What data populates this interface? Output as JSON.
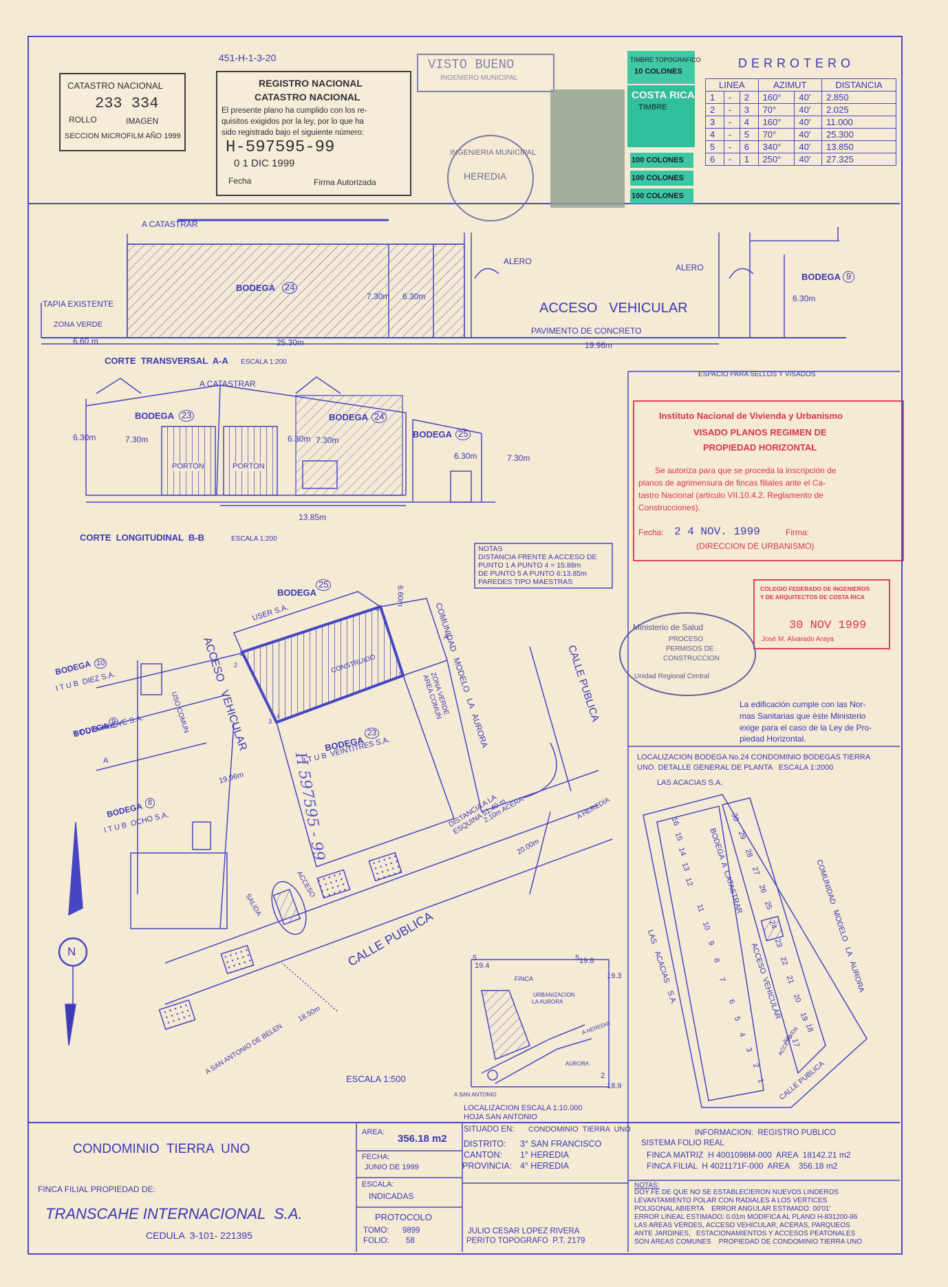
{
  "header": {
    "plan_code": "451-H-1-3-20",
    "catastro_stamp": {
      "title": "CATASTRO NACIONAL",
      "number": "233 334",
      "rollo": "ROLLO",
      "imagen": "IMAGEN",
      "seccion": "SECCION MICROFILM AÑO 1999"
    },
    "registro": {
      "title1": "REGISTRO NACIONAL",
      "title2": "CATASTRO NACIONAL",
      "text1": "El presente plano ha cumplido con los re-",
      "text2": "quisitos exigidos por la ley, por lo que ha",
      "text3": "sido registrado bajo el siguiente número:",
      "number": "H-597595-99",
      "date": "0 1 DIC 1999",
      "fecha_label": "Fecha",
      "firma_label": "Firma Autorizada"
    },
    "visto_bueno": {
      "title": "VISTO BUENO",
      "sub": "INGENIERO MUNICIPAL"
    },
    "seal_municipal": {
      "ring": "INGENIERIA MUNICIPAL",
      "center": "HEREDIA"
    },
    "timbres": {
      "top": "TIMBRE TOPOGRAFICO",
      "colones10": "10 COLONES",
      "cr": "COSTA RICA",
      "timbre": "TIMBRE",
      "c100a": "100 COLONES",
      "c100b": "100 COLONES",
      "c100c": "100 COLONES"
    },
    "derrotero": {
      "title": "DERROTERO",
      "headers": [
        "LINEA",
        "AZIMUT",
        "DISTANCIA"
      ],
      "rows": [
        [
          "1",
          "-",
          "2",
          "160°",
          "40'",
          "2.850"
        ],
        [
          "2",
          "-",
          "3",
          "70°",
          "40'",
          "2.025"
        ],
        [
          "3",
          "-",
          "4",
          "160°",
          "40'",
          "11.000"
        ],
        [
          "4",
          "-",
          "5",
          "70°",
          "40'",
          "25.300"
        ],
        [
          "5",
          "-",
          "6",
          "340°",
          "40'",
          "13.850"
        ],
        [
          "6",
          "-",
          "1",
          "250°",
          "40'",
          "27.325"
        ]
      ]
    }
  },
  "section_a": {
    "a_catastrar": "A CATASTRAR",
    "bodega24": "BODEGA",
    "n24": "24",
    "h730": "7.30m",
    "h630": "6.30m",
    "alero1": "ALERO",
    "alero2": "ALERO",
    "acceso": "ACCESO   VEHICULAR",
    "pavimento": "PAVIMENTO DE CONCRETO",
    "bodega9": "BODEGA",
    "n9": "9",
    "h630b": "6.30m",
    "tapia": "TAPIA EXISTENTE",
    "zona": "ZONA VERDE",
    "d660": "6.60 m",
    "d2530": "25.30m",
    "d1996": "19.96m",
    "title": "CORTE  TRANSVERSAL  A-A",
    "scale": "ESCALA 1:200"
  },
  "section_b": {
    "a_catastrar": "A CATASTRAR",
    "bodega23": "BODEGA",
    "n23": "23",
    "bodega24": "BODEGA",
    "n24": "24",
    "bodega25": "BODEGA",
    "n25": "25",
    "h630": "6.30m",
    "h730": "7.30m",
    "h630b": "6.30m",
    "h730b": "7.30m",
    "h630c": "6.30m",
    "h730c": "7.30m",
    "porton1": "PORTON",
    "porton2": "PORTON",
    "d1385": "13.85m",
    "title": "CORTE  LONGITUDINAL  B-B",
    "scale": "ESCALA 1:200"
  },
  "sellos": {
    "title": "ESPACIO PARA SELLOS Y VISADOS",
    "invu1": "Instituto Nacional de Vivienda y Urbanismo",
    "invu2": "VISADO PLANOS REGIMEN DE",
    "invu3": "PROPIEDAD HORIZONTAL",
    "invu4": "Se autoriza para que se proceda la inscripción de",
    "invu5": "planos de agrimensura de fincas filiales ante el Ca-",
    "invu6": "tastro Nacional (articulo VII.10.4.2. Reglamento de",
    "invu7": "Construcciones).",
    "fecha_label": "Fecha:",
    "fecha": "2 4 NOV. 1999",
    "firma_label": "Firma:",
    "direccion": "(DIRECCION DE URBANISMO)",
    "cfia1": "COLEGIO FEDERADO DE INGENIEROS",
    "cfia2": "Y DE ARQUITECTOS DE COSTA RICA",
    "cfia_date": "30 NOV 1999",
    "cfia_name": "José M. Alvarado Araya",
    "salud1": "Ministerio de Salud",
    "salud2": "PROCESO",
    "salud3": "PERMISOS DE",
    "salud4": "CONSTRUCCION",
    "salud5": "Unidad Regional Central",
    "salud_text1": "La edificación cumple con las Nor-",
    "salud_text2": "mas Sanitarias que éste Ministerio",
    "salud_text3": "exige para el caso de la Ley de Pro-",
    "salud_text4": "piedad Horizontal."
  },
  "notas_box": {
    "l1": "NOTAS",
    "l2": "DISTANCIA FRENTE A ACCESO DE",
    "l3": "PUNTO 1 A PUNTO 4 = 15.88m",
    "l4": "DE PUNTO 5 A PUNTO 6:13.85m",
    "l5": "PAREDES TIPO MAESTRAS"
  },
  "site_plan": {
    "bodega25": "BODEGA",
    "n25": "25",
    "user": "USER S.A.",
    "d660": "6.60m",
    "construido": "CONSTRUIDO",
    "zona_verde": "ZONA VERDE\nAREA COMUN",
    "comunidad": "COMUNIDAD   MODELO   LA   AURORA",
    "calle1": "CALLE PUBLICA",
    "bodega10": "BODEGA",
    "n10": "10",
    "itub10": "I T U B  DIEZ S.A.",
    "acceso": "ACCESO   VEHICULAR",
    "uso_comun": "USO COMUN",
    "bodega9": "BODEGA",
    "n9": "9",
    "itub9": "I T U B  NUEVE S.A.",
    "bodega23": "BODEGA",
    "n23": "23",
    "itub23": "I T U B  VEINTITRES S.A.",
    "d1996": "19.96m",
    "bodega8": "BODEGA",
    "n8": "8",
    "itub8": "I T U B  OCHO S.A.",
    "distancia": "DISTANCIA A LA\nESQUINA 51.40 m",
    "acera": "2.10m ACERA",
    "heredia": "A HEREDIA",
    "d2000": "20.00m",
    "salida": "SALIDA",
    "acceso2": "ACCESO",
    "calle2": "CALLE PUBLICA",
    "belen": "A SAN ANTONIO DE BELEN",
    "d1850": "18.50m",
    "north": "N",
    "escala": "ESCALA 1:500",
    "pts": [
      "1",
      "2",
      "3",
      "4",
      "5",
      "6"
    ],
    "a1": "A",
    "a2": "A",
    "handwritten": "H 597595 - 99"
  },
  "loc_map": {
    "v194": "19.4",
    "v198": "19.8",
    "v193": "19.3",
    "v189": "18.9",
    "n5a": "5",
    "n5b": "5",
    "n2": "2",
    "finca": "FINCA",
    "urb1": "URBANIZACION",
    "urb2": "LA AURORA",
    "heredia": "A HEREDIA",
    "aurora": "AURORA",
    "sanantonio": "A SAN ANTONIO",
    "title": "LOCALIZACION ESCALA 1:10.000",
    "hoja": "HOJA SAN ANTONIO"
  },
  "localizacion": {
    "title1": "LOCALIZACION BODEGA No.24 CONDOMINIO BODEGAS TIERRA",
    "title2": "UNO. DETALLE GENERAL DE PLANTA   ESCALA 1:2000",
    "acacias_top": "LAS ACACIAS S.A.",
    "acacias_side": "LAS    ACACIAS    S.A.",
    "bodega_cat": "BODEGA  A  CATASTRAR",
    "acceso_v": "ACCESO  VEHICULAR",
    "comunidad": "COMUNIDAD   MODELO   LA   AURORA",
    "calle": "CALLE PUBLICA",
    "salida": "SALIDA",
    "acceso": "ACCESO",
    "left_nums": [
      "16",
      "15",
      "14",
      "13",
      "12",
      "11",
      "10",
      "9",
      "8",
      "7",
      "6",
      "5",
      "4",
      "3",
      "2",
      "1"
    ],
    "right_nums": [
      "30",
      "29",
      "28",
      "27",
      "26",
      "25",
      "24",
      "23",
      "22",
      "21",
      "20",
      "19",
      "18",
      "17"
    ]
  },
  "title_block": {
    "condominio": "CONDOMINIO  TIERRA  UNO",
    "finca_filial": "FINCA FILIAL PROPIEDAD DE:",
    "owner": "TRANSCAHE INTERNACIONAL  S.A.",
    "cedula": "CEDULA  3-101- 221395",
    "area_label": "AREA:",
    "area": "356.18 m2",
    "fecha_label": "FECHA:",
    "fecha": "JUNIO DE 1999",
    "escala_label": "ESCALA:",
    "escala": "INDICADAS",
    "protocolo": "PROTOCOLO",
    "tomo_label": "TOMO:",
    "tomo": "9899",
    "folio_label": "FOLIO:",
    "folio": "58",
    "situado_label": "SITUADO EN:",
    "situado": "CONDOMINIO  TIERRA  UNO",
    "distrito_label": "DISTRITO:",
    "distrito": "3° SAN FRANCISCO",
    "canton_label": "CANTON:",
    "canton": "1° HEREDIA",
    "provincia_label": "PROVINCIA:",
    "provincia": "4° HEREDIA",
    "perito1": "JULIO CESAR LOPEZ RIVERA",
    "perito2": "PERITO TOPOGRAFO  P.T. 2179",
    "info_title": "INFORMACION:  REGISTRO PUBLICO",
    "sistema": "SISTEMA FOLIO REAL",
    "matriz": "FINCA MATRIZ  H 4001098M-000  AREA  18142.21 m2",
    "filial": "FINCA FILIAL  H 4021171F-000  AREA    356.18 m2",
    "notas_label": "NOTAS:",
    "n1": "DOY FE DE QUE NO SE ESTABLECIERON NUEVOS LINDEROS",
    "n2": "LEVANTAMIENTO POLAR CON RADIALES A LOS VERTICES",
    "n3": "POLIGONAL ABIERTA    ERROR ANGULAR ESTIMADO: 00'01'",
    "n4": "ERROR LINEAL ESTIMADO: 0.01m MODIFICA AL PLANO H-831200-86",
    "n5": "LAS AREAS VERDES, ACCESO VEHICULAR, ACERAS, PARQUEOS",
    "n6": "ANTE JARDINES,   ESTACIONAMIENTOS Y ACCESOS PEATONALES",
    "n7": "SON AREAS COMUNES    PROPIEDAD DE CONDOMINIO TIERRA UNO"
  }
}
